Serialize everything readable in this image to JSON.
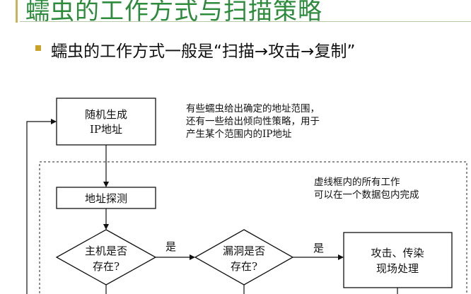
{
  "title": "蠕虫的工作方式与扫描策略",
  "bullet": "蠕虫的工作方式一般是“扫描→攻击→复制”",
  "diagram": {
    "nodes": {
      "random_ip": [
        "随机生成",
        "IP地址"
      ],
      "address_probe": "地址探测",
      "host_exists": [
        "主机是否",
        "存在?"
      ],
      "vuln_exists": [
        "漏洞是否",
        "存在?"
      ],
      "attack": [
        "攻击、传染",
        "现场处理"
      ]
    },
    "edge_labels": {
      "host_yes": "是",
      "vuln_yes": "是"
    },
    "notes": {
      "scan_strategy": [
        "有些蠕虫给出确定的地址范围，",
        "还有一些给出倾向性策略，用于",
        "产生某个范围内的IP地址"
      ],
      "dashed_region": [
        "虚线框内的所有工作",
        "可以在一个数据包内完成"
      ]
    }
  }
}
